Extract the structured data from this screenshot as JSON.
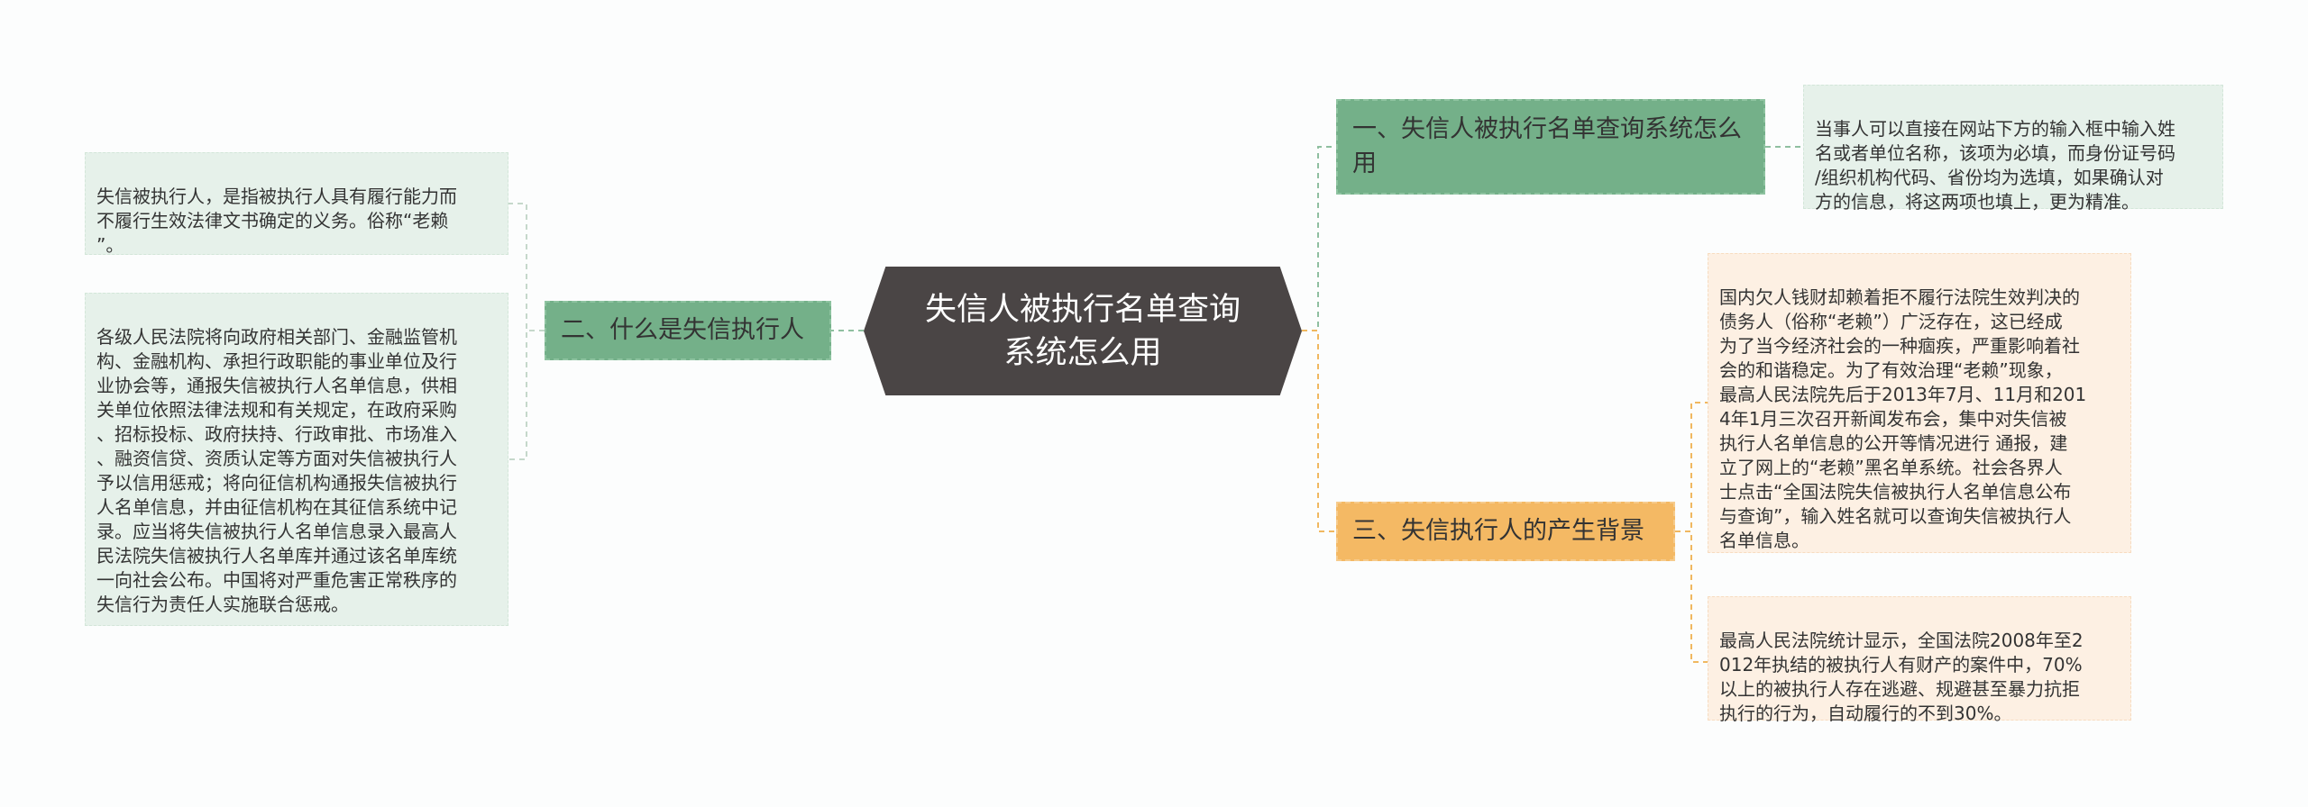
{
  "root": {
    "title": "失信人被执行名单查询系统怎么用"
  },
  "branches": [
    {
      "label": "一、失信人被执行名单查询系统怎么用"
    },
    {
      "label": "二、什么是失信执行人"
    },
    {
      "label": "三、失信执行人的产生背景"
    }
  ],
  "leaves": [
    {
      "text": "当事人可以直接在网站下方的输入框中输入姓\n名或者单位名称，该项为必填，而身份证号码\n/组织机构代码、省份均为选填，如果确认对\n方的信息，将这两项也填上，更为精准。"
    },
    {
      "text": "失信被执行人，是指被执行人具有履行能力而\n不履行生效法律文书确定的义务。俗称“老赖\n”。"
    },
    {
      "text": "各级人民法院将向政府相关部门、金融监管机\n构、金融机构、承担行政职能的事业单位及行\n业协会等，通报失信被执行人名单信息，供相\n关单位依照法律法规和有关规定，在政府采购\n、招标投标、政府扶持、行政审批、市场准入\n、融资信贷、资质认定等方面对失信被执行人\n予以信用惩戒；将向征信机构通报失信被执行\n人名单信息，并由征信机构在其征信系统中记\n录。应当将失信被执行人名单信息录入最高人\n民法院失信被执行人名单库并通过该名单库统\n一向社会公布。中国将对严重危害正常秩序的\n失信行为责任人实施联合惩戒。"
    },
    {
      "text": "国内欠人钱财却赖着拒不履行法院生效判决的\n债务人（俗称“老赖”）广泛存在，这已经成\n为了当今经济社会的一种痼疾，严重影响着社\n会的和谐稳定。为了有效治理“老赖”现象，\n最高人民法院先后于2013年7月、11月和201\n4年1月三次召开新闻发布会，集中对失信被\n执行人名单信息的公开等情况进行 通报，建\n立了网上的“老赖”黑名单系统。社会各界人\n士点击“全国法院失信被执行人名单信息公布\n与查询”，输入姓名就可以查询失信被执行人\n名单信息。"
    },
    {
      "text": "最高人民法院统计显示，全国法院2008年至2\n012年执结的被执行人有财产的案件中，70%\n以上的被执行人存在逃避、规避甚至暴力抗拒\n执行的行为，自动履行的不到30%。"
    }
  ],
  "colors": {
    "root": "#4a4545",
    "green_branch": "#74b089",
    "green_leaf": "#e6f1ea",
    "orange_branch": "#f4b964",
    "orange_leaf": "#fdf0e3",
    "green_line": "#8fbfa0",
    "orange_line": "#f0b860"
  }
}
